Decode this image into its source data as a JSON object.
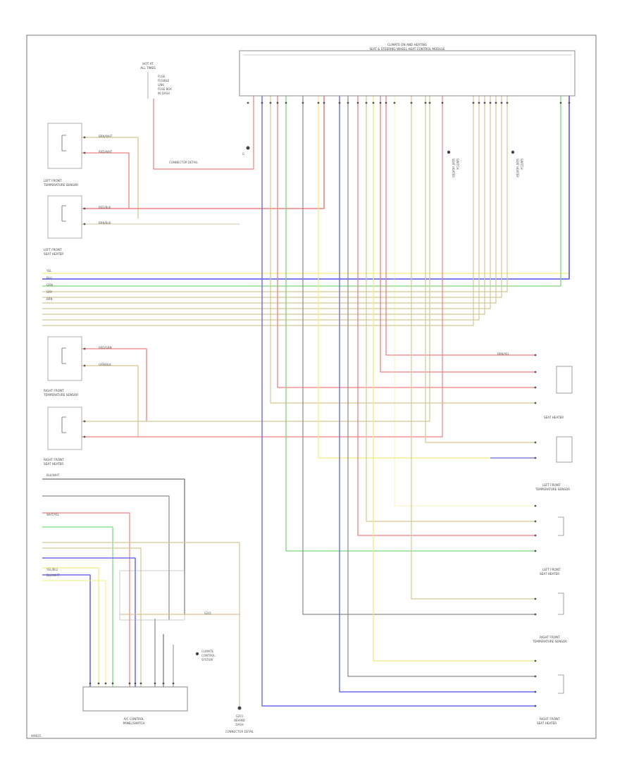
{
  "module": {
    "title_line1": "CLIMATE ON AND HEATING",
    "title_line2": "SEAT & STEERING WHEEL HEAT CONTROL MODULE"
  },
  "fuse": {
    "title_line1": "HOT AT",
    "title_line2": "ALL TIMES",
    "lines": [
      "FUSE",
      "FUSIBLE",
      "LINK",
      "FUSE BOX",
      "IN DASH"
    ]
  },
  "ground_top": {
    "label": "G",
    "caption": "CONNECTOR DETAIL"
  },
  "ground_bottom": {
    "lines": [
      "G201",
      "BEHIND",
      "DASH"
    ],
    "caption": "CONNECTOR DETAIL"
  },
  "vertical_tag_1": [
    "SEAT HEATER",
    "SWITCH"
  ],
  "vertical_tag_2": [
    "SEAT HEATER",
    "SWITCH"
  ],
  "components_left": [
    {
      "line1": "LEFT FRONT",
      "line2": "TEMPERATURE SENSOR"
    },
    {
      "line1": "LEFT FRONT",
      "line2": "SEAT HEATER"
    },
    {
      "line1": "RIGHT FRONT",
      "line2": "TEMPERATURE SENSOR"
    },
    {
      "line1": "RIGHT FRONT",
      "line2": "SEAT HEATER"
    }
  ],
  "components_right": [
    {
      "line1": "SEAT HEATER",
      "line2": ""
    },
    {
      "line1": "LEFT FRONT",
      "line2": "TEMPERATURE SENSOR"
    },
    {
      "line1": "LEFT FRONT",
      "line2": "SEAT HEATER"
    },
    {
      "line1": "RIGHT FRONT",
      "line2": "TEMPERATURE SENSOR"
    },
    {
      "line1": "RIGHT FRONT",
      "line2": "SEAT HEATER"
    }
  ],
  "switch_box": {
    "line1": "A/C CONTROL",
    "line2": "PANEL/SWITCH"
  },
  "switch_tag": [
    "CLIMATE",
    "CONTROL",
    "SYSTEM"
  ],
  "wire_codes": {
    "brn_wht": "BRN/WHT",
    "red_wht": "RED/WHT",
    "red_blk": "RED/BLK",
    "brn_blk": "BRN/BLK",
    "blk_wht": "BLK/WHT",
    "yel_blu": "YEL/BLU",
    "yel": "YEL",
    "blu": "BLU",
    "grn": "GRN",
    "gry": "GRY",
    "brn": "BRN",
    "red_grn": "RED/GRN",
    "grn_blk": "GRN/BLK",
    "wht_yel": "WHT/YEL",
    "blu_wht": "BLU/WHT",
    "brn_yel": "BRN/YEL"
  },
  "splice_label": "S201",
  "footer_code": "W9835",
  "colors": {
    "red": "#f08080",
    "blue": "#6a6af0",
    "green": "#7ad87a",
    "yellow": "#f2ec7a",
    "tan": "#d6c695",
    "gray": "#8a8a8a",
    "dark": "#555555"
  }
}
